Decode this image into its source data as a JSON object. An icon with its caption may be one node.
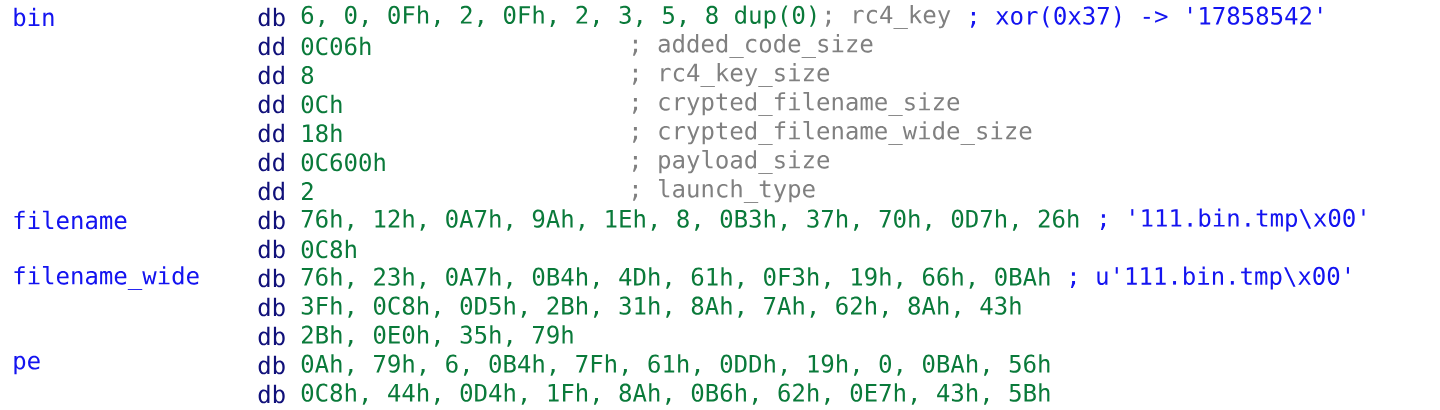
{
  "diagram": {
    "labels": [
      "bin",
      "db",
      "6, 0, 0Fh, 2, 0Fh, 2, 3, 5, 8 dup(0)",
      "; rc4_key",
      "; xor(0x37) -> '17858542'",
      "dd",
      "0C06h",
      "; added_code_size",
      "dd",
      "8",
      "; rc4_key_size",
      "dd",
      "0Ch",
      "; crypted_filename_size",
      "dd",
      "18h",
      "; crypted_filename_wide_size",
      "dd",
      "0C600h",
      "; payload_size",
      "dd",
      "2",
      "; launch_type",
      "filename",
      "db",
      "76h, 12h, 0A7h, 9Ah, 1Eh, 8, 0B3h, 37h, 70h, 0D7h, 26h",
      "; '111.bin.tmp\\x00'",
      "db",
      "0C8h",
      "filename_wide",
      "db",
      "76h, 23h, 0A7h, 0B4h, 4Dh, 61h, 0F3h, 19h, 66h, 0BAh",
      "; u'111.bin.tmp\\x00'",
      "db",
      "3Fh, 0C8h, 0D5h, 2Bh, 31h, 8Ah, 7Ah, 62h, 8Ah, 43h",
      "db",
      "2Bh, 0E0h, 35h, 79h",
      "pe",
      "db",
      "0Ah, 79h, 6, 0B4h, 7Fh, 61h, 0DDh, 19h, 0, 0BAh, 56h",
      "db",
      "0C8h, 44h, 0D4h, 1Fh, 8Ah, 0B6h, 62h, 0E7h, 43h, 5Bh"
    ]
  }
}
